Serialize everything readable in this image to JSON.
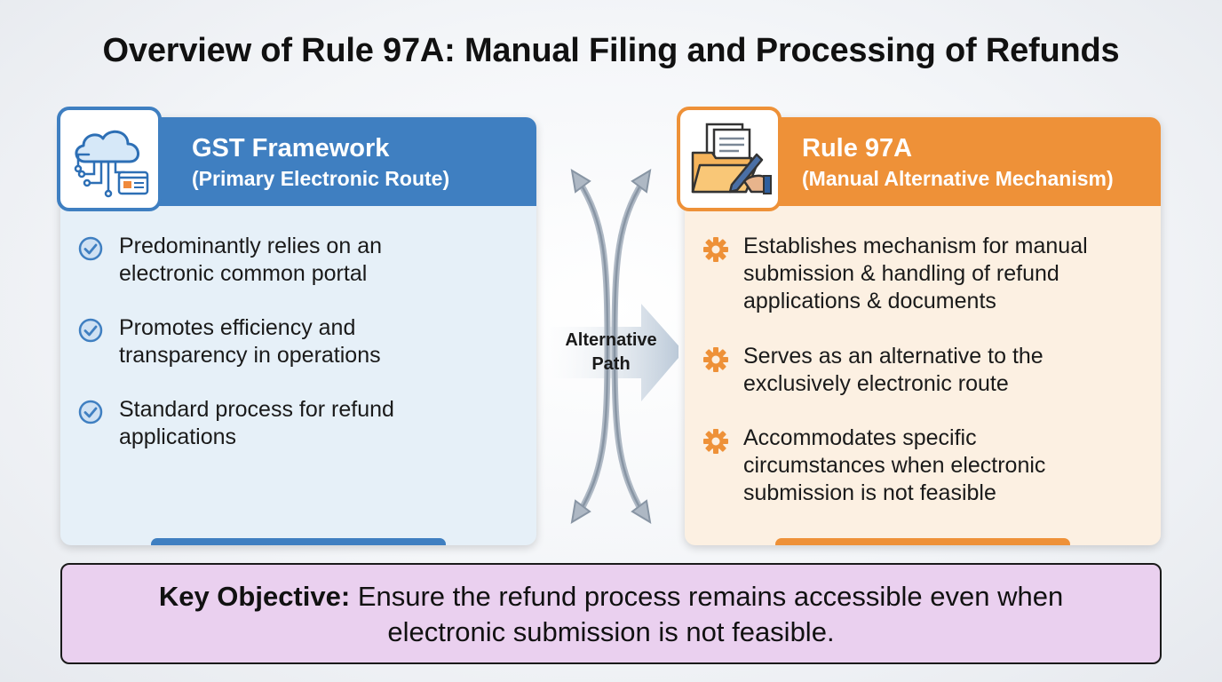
{
  "title": "Overview of Rule 97A: Manual Filing and Processing of Refunds",
  "left_card": {
    "heading": "GST Framework",
    "subheading": "(Primary Electronic Route)",
    "icon": "cloud-network-icon",
    "bullet_icon": "check-circle-icon",
    "accent": "#3f7fc1",
    "items": [
      [
        "Predominantly relies on an",
        "electronic common portal"
      ],
      [
        "Promotes efficiency and",
        "transparency in operations"
      ],
      [
        "Standard process for refund",
        "applications"
      ]
    ]
  },
  "right_card": {
    "heading": "Rule 97A",
    "subheading": "(Manual Alternative Mechanism)",
    "icon": "folder-document-icon",
    "bullet_icon": "gear-icon",
    "accent": "#ee9138",
    "items": [
      [
        "Establishes mechanism for manual",
        "submission & handling of refund",
        "applications & documents"
      ],
      [
        "Serves as an alternative to the",
        "exclusively electronic route"
      ],
      [
        "Accommodates specific",
        "circumstances when electronic",
        "submission is not feasible"
      ]
    ]
  },
  "center": {
    "label_line1": "Alternative",
    "label_line2": "Path"
  },
  "key_objective": {
    "label": "Key Objective:",
    "text_line1": "Ensure the refund process remains accessible even when",
    "text_line2": "electronic submission is not feasible."
  }
}
